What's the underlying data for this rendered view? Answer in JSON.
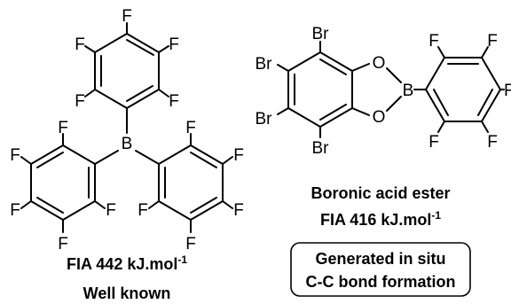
{
  "left": {
    "fia_prefix": "FIA 442 kJ.mol",
    "fia_sup": "-1",
    "note": "Well known",
    "atom_labels": [
      "F",
      "F",
      "F",
      "F",
      "F",
      "F",
      "F",
      "F",
      "F",
      "F",
      "F",
      "F",
      "F",
      "F",
      "F",
      "B"
    ]
  },
  "right": {
    "title": "Boronic acid ester",
    "fia_prefix": "FIA 416 kJ.mol",
    "fia_sup": "-1",
    "box_line1": "Generated in situ",
    "box_line2": "C-C bond formation",
    "atom_labels": [
      "Br",
      "Br",
      "Br",
      "Br",
      "O",
      "O",
      "B",
      "F",
      "F",
      "F",
      "F",
      "F"
    ]
  }
}
